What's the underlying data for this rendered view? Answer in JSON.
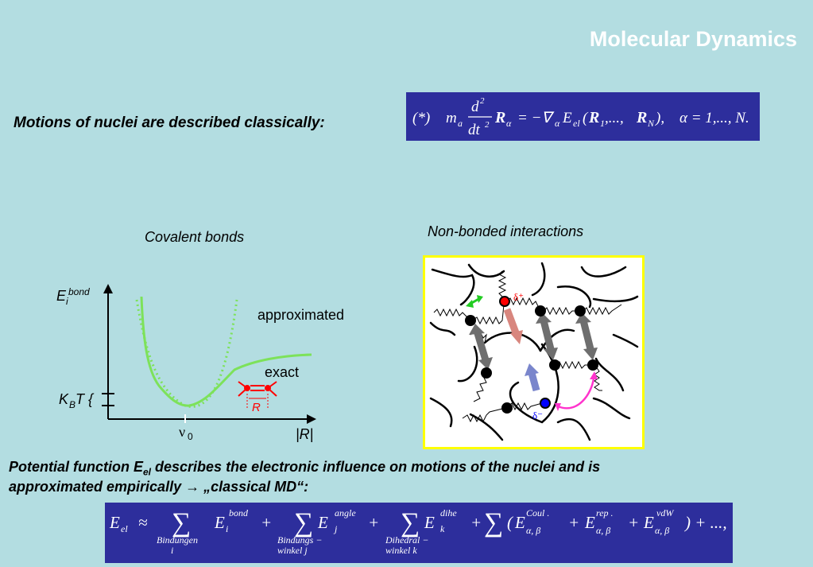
{
  "title": "Molecular Dynamics",
  "motions_text": "Motions of nuclei are described classically:",
  "eq1": {
    "label": "(*)",
    "mass": "m",
    "mass_sub": "a",
    "frac_num": "d",
    "frac_num_sup": "2",
    "frac_den": "dt",
    "frac_den_sup": "2",
    "R": "R",
    "R_sub": "α",
    "eq_sign": "= −∇",
    "nabla_sub": "α",
    "E": "E",
    "E_sub": "el",
    "args_open": "(",
    "R1": "R",
    "R1_sub": "1",
    "dots": ",..., ",
    "RN": "R",
    "RN_sub": "N",
    "args_close": "),",
    "range": "α = 1,..., N."
  },
  "covalent_label": "Covalent bonds",
  "nonbonded_label": "Non-bonded interactions",
  "plot": {
    "y_label_main": "E",
    "y_label_sub": "i",
    "y_label_sup": "bond",
    "kbt_main": "K",
    "kbt_sub": "B",
    "kbt_rest": "T {",
    "x_tick": "ν",
    "x_tick_sub": "0",
    "x_label": "|R|",
    "approximated": "approximated",
    "exact": "exact",
    "bond_R": "R",
    "curve_color": "#7de25a"
  },
  "nonbonded": {
    "delta_plus": "δ⁺",
    "delta_minus": "δ⁻"
  },
  "potential_text_1a": "Potential function E",
  "potential_text_1sub": "el",
  "potential_text_1b": " describes the electronic influence on motions of the nuclei and is",
  "potential_text_2": "approximated empirically → „classical MD“:",
  "eq2": {
    "E": "E",
    "E_sub": "el",
    "approx": "≈",
    "sum": "∑",
    "sum1_sub_1": "Bindungen",
    "sum1_sub_2": "i",
    "term1": "E",
    "term1_sub": "i",
    "term1_sup": "bond",
    "plus": "+",
    "sum2_sub_1": "Bindungs −",
    "sum2_sub_2": "winkel  j",
    "term2": "E",
    "term2_sub": "j",
    "term2_sup": "angle",
    "sum3_sub_1": "Dihedral −",
    "sum3_sub_2": "winkel  k",
    "term3": "E",
    "term3_sub": "k",
    "term3_sup": "dihe",
    "paren_open": "(",
    "t4": "E",
    "t4_sub": "α, β",
    "t4_sup": "Coul .",
    "t5_sup": "rep .",
    "t6_sup": "vdW",
    "tail": ") + ...,"
  }
}
